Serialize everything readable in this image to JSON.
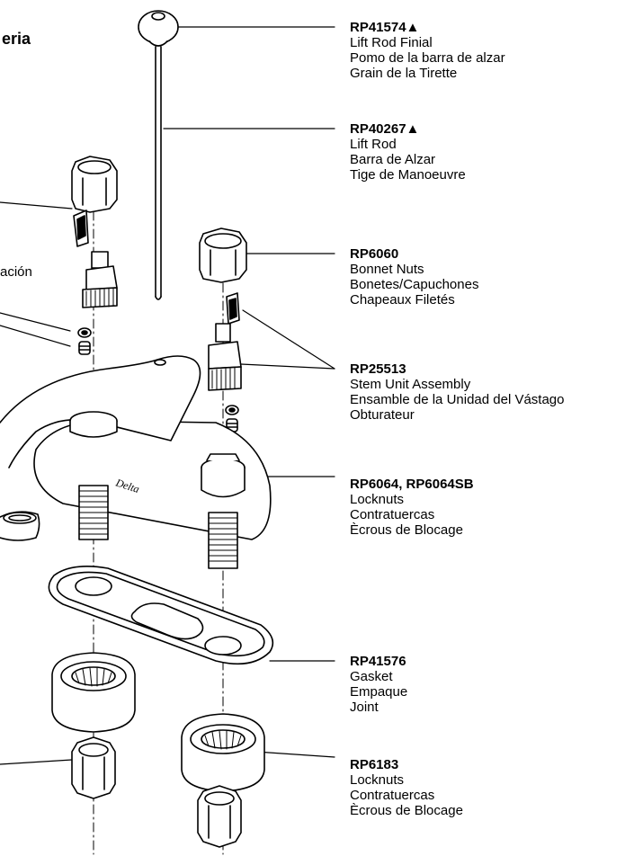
{
  "title_fragment": "eria",
  "left_fragment": "ación",
  "parts": [
    {
      "id": "finial",
      "code": "RP41574▲",
      "lines": [
        "Lift Rod Finial",
        "Pomo de la barra de alzar",
        "Grain de la Tirette"
      ]
    },
    {
      "id": "lift-rod",
      "code": "RP40267▲",
      "lines": [
        "Lift Rod",
        "Barra de Alzar",
        "Tige de Manoeuvre"
      ]
    },
    {
      "id": "bonnet-nuts",
      "code": "RP6060",
      "lines": [
        "Bonnet Nuts",
        "Bonetes/Capuchones",
        "Chapeaux Filetés"
      ]
    },
    {
      "id": "stem-unit",
      "code": "RP25513",
      "lines": [
        "Stem Unit Assembly",
        "Ensamble de la Unidad del Vástago",
        "Obturateur"
      ]
    },
    {
      "id": "locknuts-top",
      "code": "RP6064, RP6064SB",
      "lines": [
        "Locknuts",
        "Contratuercas",
        "Ècrous de Blocage"
      ]
    },
    {
      "id": "gasket",
      "code": "RP41576",
      "lines": [
        "Gasket",
        "Empaque",
        "Joint"
      ]
    },
    {
      "id": "locknuts-bottom",
      "code": "RP6183",
      "lines": [
        "Locknuts",
        "Contratuercas",
        "Ècrous de Blocage"
      ]
    }
  ],
  "faucet_brand": "Delta"
}
